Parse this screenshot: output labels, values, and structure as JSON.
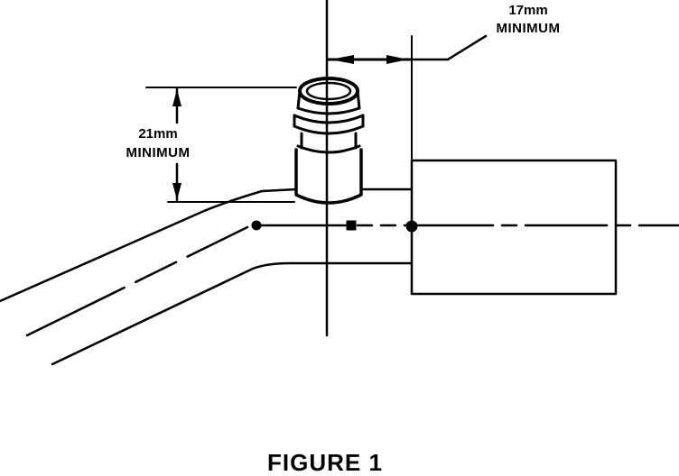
{
  "dimensions": {
    "top": {
      "value": "17mm",
      "label": "MINIMUM"
    },
    "left": {
      "value": "21mm",
      "label": "MINIMUM"
    }
  },
  "caption": "FIGURE 1",
  "colors": {
    "ink": "#000000",
    "paper": "#ffffff"
  }
}
